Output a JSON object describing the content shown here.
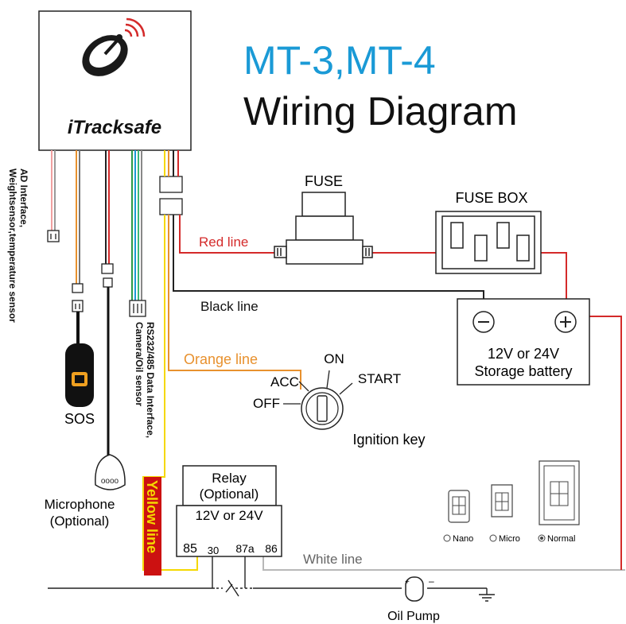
{
  "logo": {
    "brand": "iTracksafe"
  },
  "title": {
    "model": "MT-3,MT-4",
    "subtitle": "Wiring Diagram"
  },
  "colors": {
    "title_blue": "#1a9ad6",
    "red_wire": "#d42a2a",
    "orange_wire": "#e8912e",
    "yellow_wire": "#f5d800",
    "black_wire": "#222222",
    "white_wire": "#b8b8b8",
    "yellow_tag_bg": "#cc1111",
    "yellow_tag_text": "#f5d800"
  },
  "wire_labels": {
    "red": "Red line",
    "black": "Black line",
    "orange": "Orange  line",
    "yellow": "Yellow line",
    "white": "White line"
  },
  "components": {
    "fuse": "FUSE",
    "fuse_box": "FUSE BOX",
    "battery_line1": "12V or 24V",
    "battery_line2": "Storage battery",
    "ignition_caption": "Ignition key",
    "ignition_positions": [
      "ACC",
      "ON",
      "START",
      "OFF"
    ],
    "relay_line1": "Relay",
    "relay_line2": "(Optional)",
    "relay_voltage": "12V or 24V",
    "relay_pins": [
      "85",
      "30",
      "87a",
      "86"
    ],
    "oil_pump": "Oil Pump",
    "sos": "SOS",
    "microphone_line1": "Microphone",
    "microphone_line2": "(Optional)"
  },
  "rotated_labels": {
    "ad_interface_line1": "AD Interface,",
    "ad_interface_line2": "Weightsensor,temperature sensor",
    "rs232_line1": "RS232/485 Data Interface,",
    "rs232_line2": "Camera/Oil sensor"
  },
  "sim_cards": [
    {
      "label": "Nano",
      "selected": false
    },
    {
      "label": "Micro",
      "selected": false
    },
    {
      "label": "Normal",
      "selected": true
    }
  ]
}
